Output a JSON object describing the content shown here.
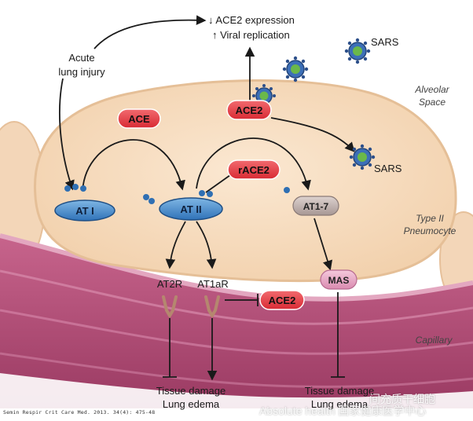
{
  "top_outcome": {
    "line1": "↓ ACE2 expression",
    "line2": "↑ Viral replication"
  },
  "acute_injury": {
    "line1": "Acute",
    "line2": "lung injury"
  },
  "virus_labels": {
    "top": "SARS",
    "right": "SARS"
  },
  "region_labels": {
    "alveolar1": "Alveolar",
    "alveolar2": "Space",
    "type2_1": "Type II",
    "type2_2": "Pneumocyte",
    "capillary": "Capillary"
  },
  "nodes": {
    "ace": "ACE",
    "ace2_top": "ACE2",
    "rACE2": "rACE2",
    "at1": "AT I",
    "at2": "AT II",
    "at17": "AT1-7",
    "mas": "MAS",
    "at2r": "AT2R",
    "at1ar": "AT1aR",
    "ace2_right": "ACE2"
  },
  "outcomes": {
    "left_line1": "Tissue damage",
    "left_line2": "Lung edema",
    "right_line1": "Tissue damage",
    "right_line2": "Lung edema"
  },
  "citation": "Semin Respir Crit Care Med. 2013. 34(4): 475-48",
  "watermark": {
    "text": "Absolute health 国家健康医学中心",
    "top": "间充质干细胞"
  },
  "colors": {
    "cell_fill": "#f6dcc0",
    "cell_edge": "#e8c39e",
    "membrane": "#c98aa8",
    "capillary": "#a8476d",
    "red_pill": "#e0383f",
    "blue_pill": "#3f86c8",
    "grey_pill": "#b8aaa6",
    "pink_pill": "#e6a6c2"
  },
  "icons": [
    "virus-icon",
    "receptor-icon",
    "arrow-icon",
    "inhibition-icon"
  ]
}
